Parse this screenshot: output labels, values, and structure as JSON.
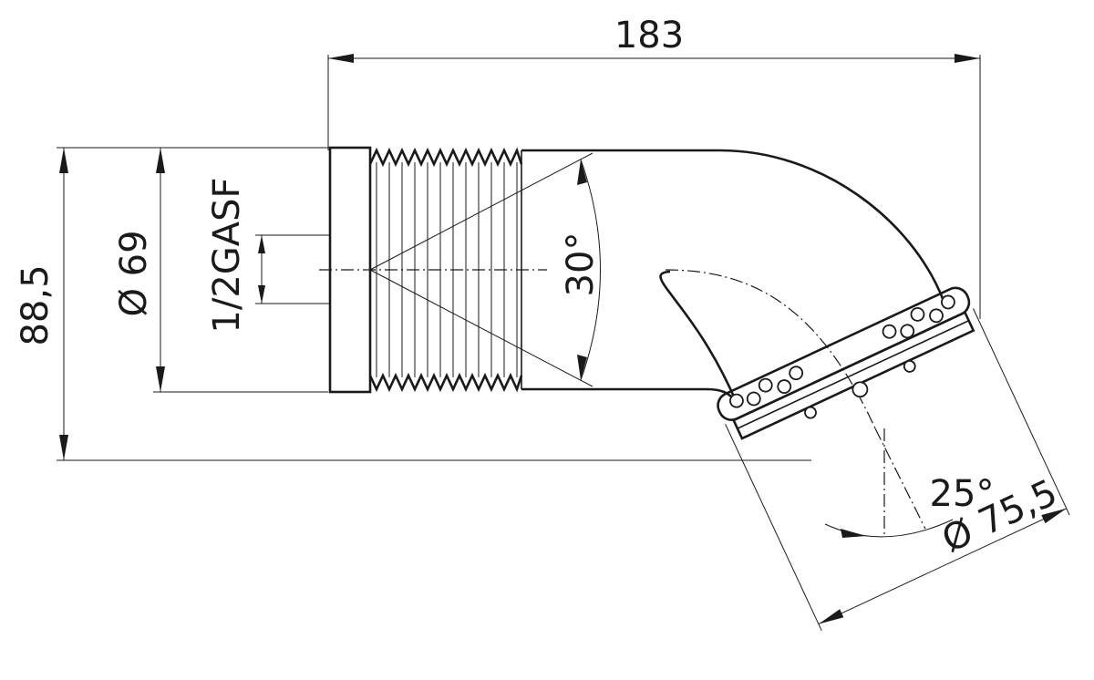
{
  "diagram": {
    "dimensions": {
      "overall_length": "183",
      "overall_height": "88,5",
      "inlet_diameter": "Ø 69",
      "thread": "1/2GASF",
      "swivel_angle": "30°",
      "head_angle": "25°",
      "head_diameter": "Ø 75,5"
    }
  }
}
